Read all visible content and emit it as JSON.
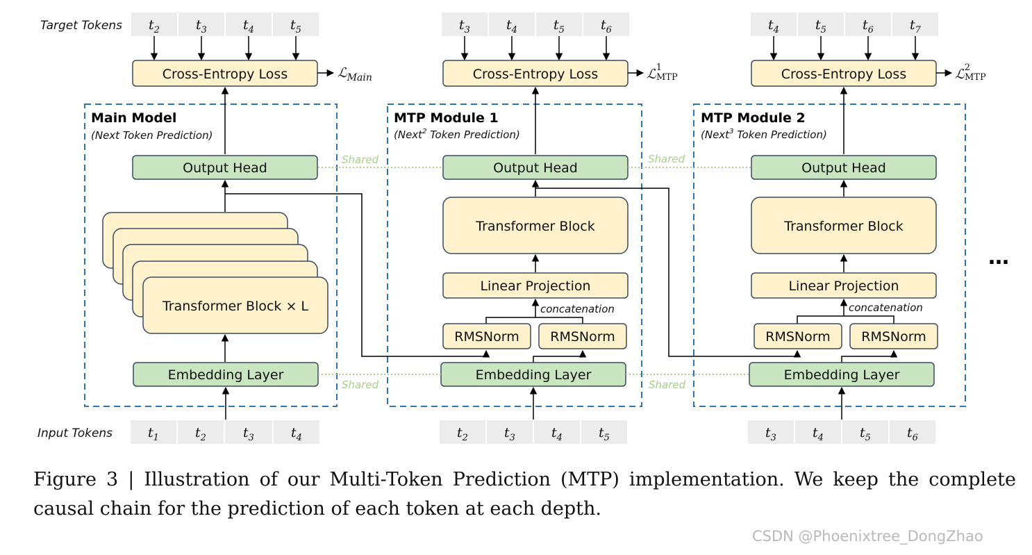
{
  "row_labels": {
    "target": "Target Tokens",
    "input": "Input Tokens"
  },
  "modules": [
    {
      "title": "Main Model",
      "subtitle": "(Next Token Prediction)",
      "loss_label": "Cross-Entropy Loss",
      "loss_symbol": "ℒ",
      "loss_sub": "Main",
      "loss_sup": "",
      "output_head": "Output Head",
      "transformer": "Transformer Block × L",
      "embedding": "Embedding Layer",
      "target_tokens": [
        "2",
        "3",
        "4",
        "5"
      ],
      "input_tokens": [
        "1",
        "2",
        "3",
        "4"
      ]
    },
    {
      "title": "MTP Module 1",
      "subtitle_pre": "(Next",
      "subtitle_sup": "2",
      "subtitle_post": " Token Prediction)",
      "loss_label": "Cross-Entropy Loss",
      "loss_symbol": "ℒ",
      "loss_sub": "MTP",
      "loss_sup": "1",
      "output_head": "Output Head",
      "transformer": "Transformer Block",
      "linear": "Linear Projection",
      "concat": "concatenation",
      "rmsnorm": [
        "RMSNorm",
        "RMSNorm"
      ],
      "embedding": "Embedding Layer",
      "target_tokens": [
        "3",
        "4",
        "5",
        "6"
      ],
      "input_tokens": [
        "2",
        "3",
        "4",
        "5"
      ]
    },
    {
      "title": "MTP Module 2",
      "subtitle_pre": "(Next",
      "subtitle_sup": "3",
      "subtitle_post": " Token Prediction)",
      "loss_label": "Cross-Entropy Loss",
      "loss_symbol": "ℒ",
      "loss_sub": "MTP",
      "loss_sup": "2",
      "output_head": "Output Head",
      "transformer": "Transformer Block",
      "linear": "Linear Projection",
      "concat": "concatenation",
      "rmsnorm": [
        "RMSNorm",
        "RMSNorm"
      ],
      "embedding": "Embedding Layer",
      "target_tokens": [
        "4",
        "5",
        "6",
        "7"
      ],
      "input_tokens": [
        "3",
        "4",
        "5",
        "6"
      ]
    }
  ],
  "token_letter": "t",
  "shared_label": "Shared",
  "ellipsis": "…",
  "caption": "Figure 3 | Illustration of our Multi-Token Prediction (MTP) implementation.  We keep the complete causal chain for the prediction of each token at each depth.",
  "watermark": "CSDN @Phoenixtree_DongZhao",
  "colors": {
    "yellow_fill": "#fff2cc",
    "green_fill": "#c9e6c0",
    "box_stroke": "#3a4a5c",
    "token_fill": "#ececec",
    "dashed_blue": "#2e74b5",
    "shared_green": "#a9cf8a"
  }
}
